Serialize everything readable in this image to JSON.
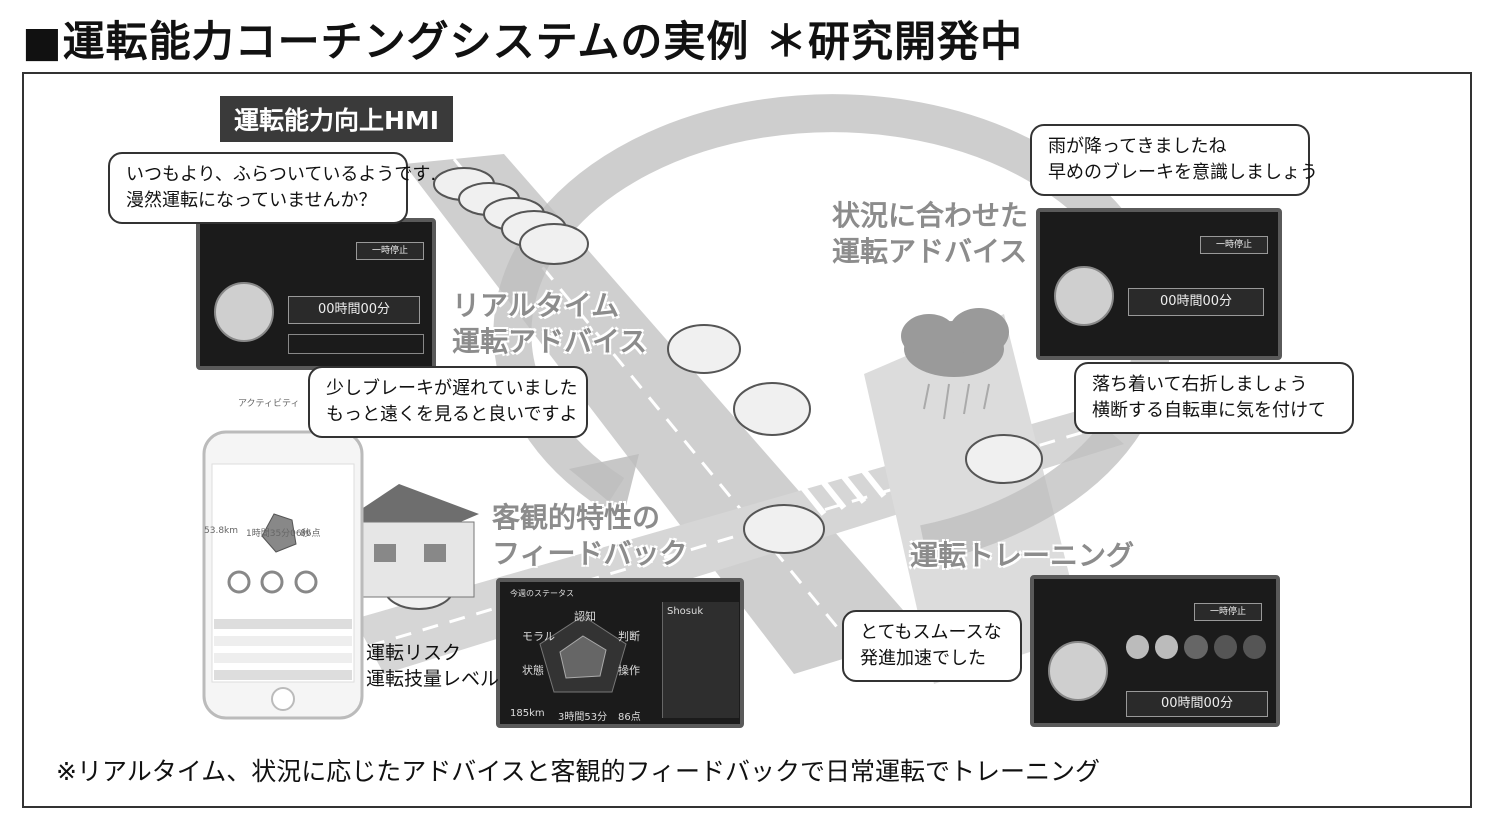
{
  "title": "■運転能力コーチングシステムの実例 ＊研究開発中",
  "hmi_badge": "運転能力向上HMI",
  "bubbles": {
    "top_left": [
      "いつもより、ふらついているようです.",
      "漫然運転になっていませんか？"
    ],
    "mid_left": [
      "少しブレーキが遅れていました",
      "もっと遠くを見ると良いですよ"
    ],
    "top_right": [
      "雨が降ってきましたね",
      "早めのブレーキを意識しましょう"
    ],
    "mid_right": [
      "落ち着いて右折しましょう",
      "横断する自転車に気を付けて"
    ],
    "bottom_right": [
      "とてもスムースな",
      "発進加速でした"
    ]
  },
  "categories": {
    "realtime": [
      "リアルタイム",
      "運転アドバイス"
    ],
    "situational": [
      "状況に合わせた",
      "運転アドバイス"
    ],
    "feedback": [
      "客観的特性の",
      "フィードバック"
    ],
    "training": "運転トレーニング"
  },
  "risk_labels": [
    "運転リスク",
    "運転技量レベル"
  ],
  "screens": {
    "timer": "00時間00分",
    "stop_button": "一時停止",
    "feedback_header": "今週のステータス",
    "radar_labels": [
      "認知",
      "判断",
      "操作",
      "状態",
      "モラル"
    ],
    "stats": [
      "185km",
      "3時間53分",
      "86点"
    ],
    "side_user": "Shosuk",
    "phone_title": "アクティビティ",
    "phone_stats": [
      "53.8km",
      "1時間35分06秒",
      "86点"
    ]
  },
  "footnote": "※リアルタイム、状況に応じたアドバイスと客観的フィードバックで日常運転でトレーニング",
  "colors": {
    "badge_bg": "#3a3a3a",
    "category_text": "#8c8c8c",
    "road": "#cfcfcf",
    "screen_bg": "#1b1b1b"
  }
}
